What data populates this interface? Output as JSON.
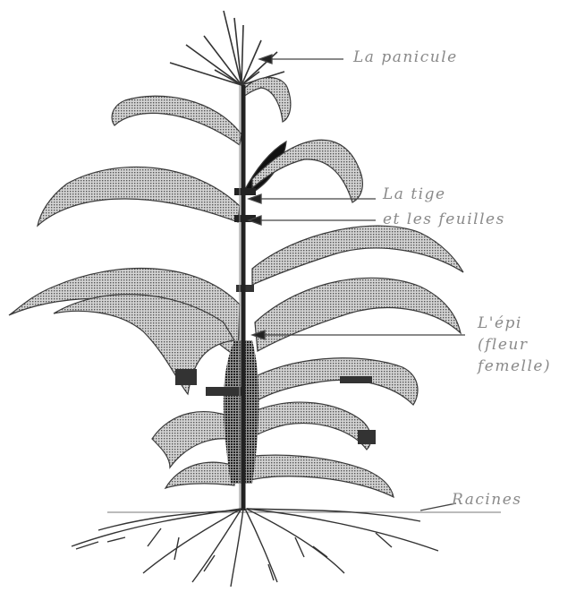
{
  "labels": {
    "panicule": "La panicule",
    "tige_line1": "La tige",
    "tige_line2": "et les feuilles",
    "epi_line1": "L'épi",
    "epi_line2": "(fleur",
    "epi_line3": "femelle)",
    "racines": "Racines"
  },
  "colors": {
    "ink": "#2a2a2a",
    "leaf_fill": "#b8b8b8",
    "leaf_dark": "#3a3a3a",
    "label_text": "#8a8a8a",
    "leader_line": "#444444"
  }
}
